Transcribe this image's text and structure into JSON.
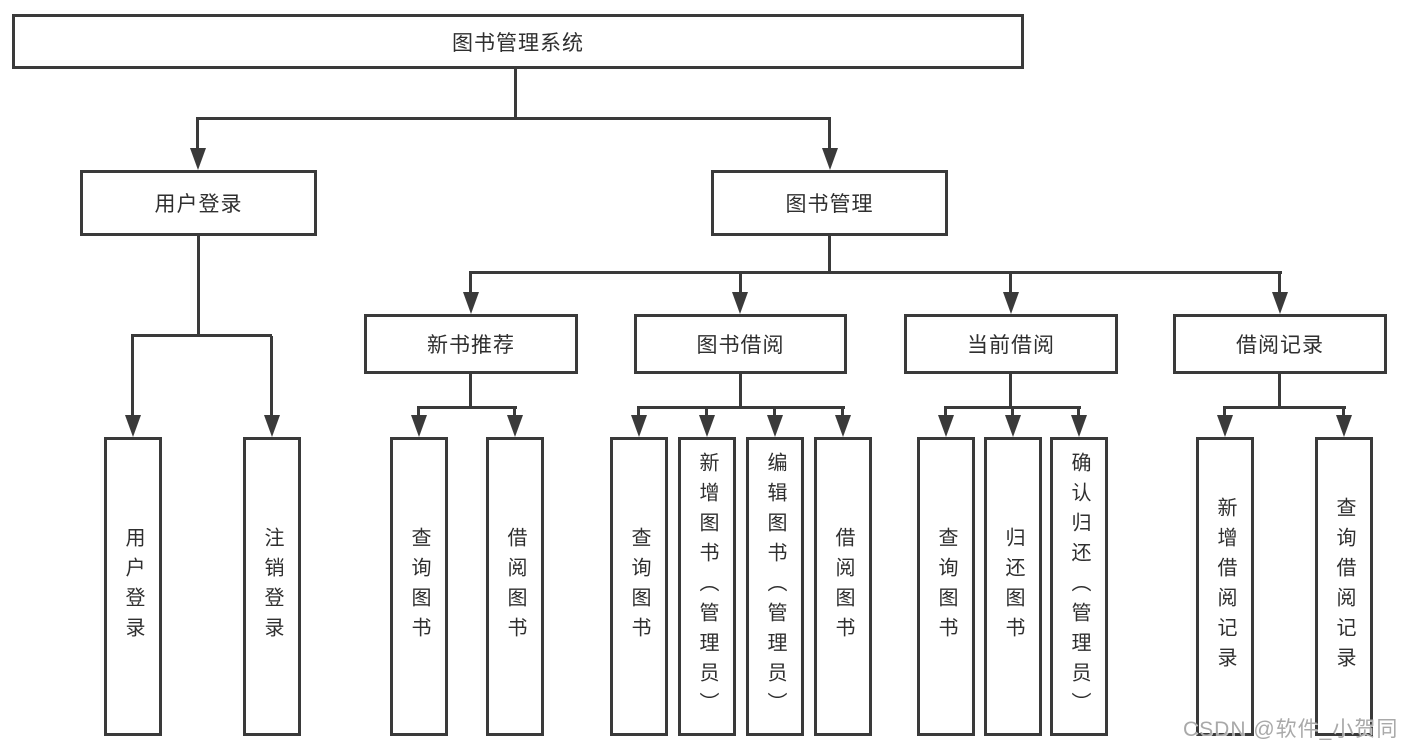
{
  "colors": {
    "line": "#3a3a3a",
    "text": "#2f2f2f",
    "watermark": "#a9a9a9",
    "background": "#ffffff"
  },
  "watermark": "CSDN @软件_小贺同学",
  "tree": {
    "root": {
      "label": "图书管理系统"
    },
    "branches": [
      {
        "label": "用户登录",
        "leaves": [
          {
            "label": "用户登录"
          },
          {
            "label": "注销登录"
          }
        ]
      },
      {
        "label": "图书管理",
        "groups": [
          {
            "label": "新书推荐",
            "leaves": [
              {
                "label": "查询图书"
              },
              {
                "label": "借阅图书"
              }
            ]
          },
          {
            "label": "图书借阅",
            "leaves": [
              {
                "label": "查询图书"
              },
              {
                "label": "新增图书（管理员）"
              },
              {
                "label": "编辑图书（管理员）"
              },
              {
                "label": "借阅图书"
              }
            ]
          },
          {
            "label": "当前借阅",
            "leaves": [
              {
                "label": "查询图书"
              },
              {
                "label": "归还图书"
              },
              {
                "label": "确认归还（管理员）"
              }
            ]
          },
          {
            "label": "借阅记录",
            "leaves": [
              {
                "label": "新增借阅记录"
              },
              {
                "label": "查询借阅记录"
              }
            ]
          }
        ]
      }
    ]
  }
}
